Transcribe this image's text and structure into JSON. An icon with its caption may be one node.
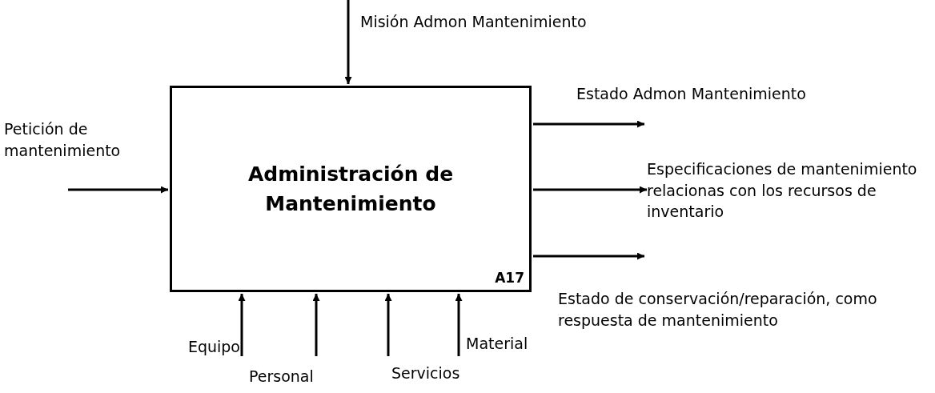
{
  "diagram": {
    "nodes": [
      {
        "text": [
          "Administración de Mantenimiento",
          "A17"
        ]
      },
      {
        "text": [
          "Misión Admon Mantenimiento"
        ]
      },
      {
        "text": [
          "Petición de mantenimiento"
        ]
      },
      {
        "text": [
          "Estado Admon Mantenimiento"
        ]
      },
      {
        "text": [
          "Especificaciones de mantenimiento relacionas con los recursos de inventario"
        ]
      },
      {
        "text": [
          "Estado de conservación/reparación, como respuesta de mantenimiento"
        ]
      },
      {
        "text": [
          "Equipo"
        ]
      },
      {
        "text": [
          "Personal"
        ]
      },
      {
        "text": [
          "Servicios"
        ]
      },
      {
        "text": [
          "Material"
        ]
      }
    ],
    "edges": [
      {
        "from": 1,
        "to": 0,
        "arrow": "to"
      },
      {
        "from": 2,
        "to": 0,
        "arrow": "to"
      },
      {
        "from": 0,
        "to": 3,
        "arrow": "to"
      },
      {
        "from": 0,
        "to": 4,
        "arrow": "to"
      },
      {
        "from": 0,
        "to": 5,
        "arrow": "to"
      },
      {
        "from": 6,
        "to": 0,
        "arrow": "to"
      },
      {
        "from": 7,
        "to": 0,
        "arrow": "to"
      },
      {
        "from": 8,
        "to": 0,
        "arrow": "to"
      },
      {
        "from": 9,
        "to": 0,
        "arrow": "to"
      }
    ]
  }
}
